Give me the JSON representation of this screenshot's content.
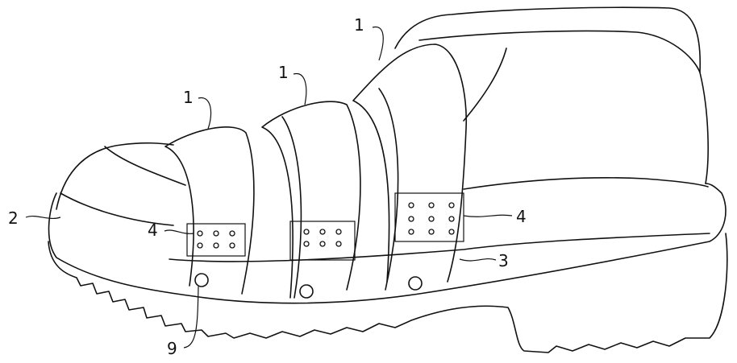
{
  "figure": {
    "labels": {
      "strap_top": "1",
      "strap_middle": "1",
      "strap_front": "1",
      "toe_cap": "2",
      "vent_panel_front": "4",
      "vent_panel_rear": "4",
      "band": "3",
      "button": "9"
    }
  }
}
